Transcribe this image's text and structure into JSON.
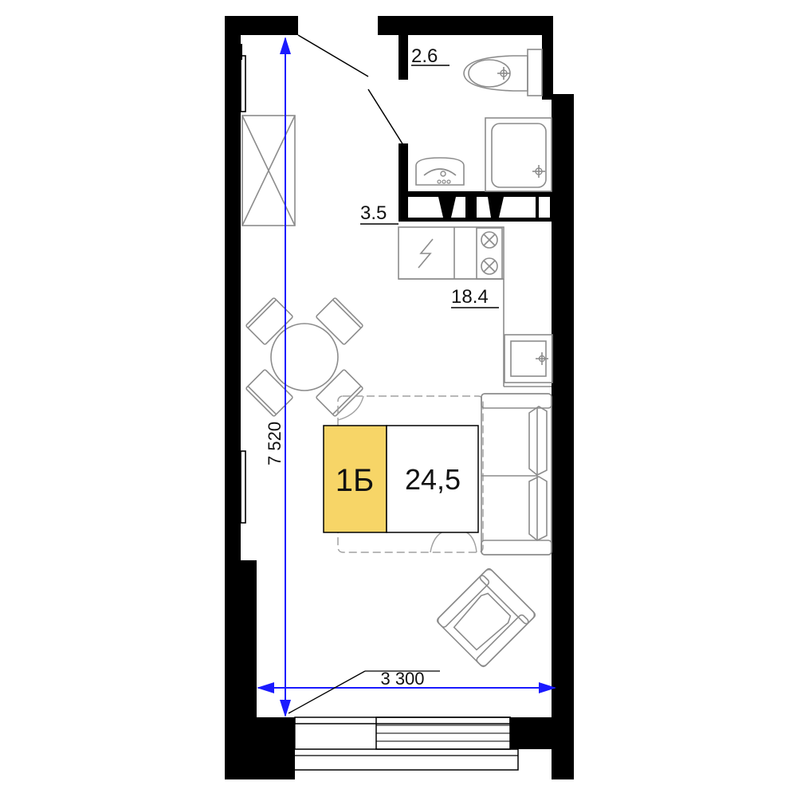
{
  "plan": {
    "dimensions": {
      "width_label": "3 300",
      "height_label": "7 520"
    },
    "rooms": {
      "wc_area": "2.6",
      "bath_area": "3.5",
      "kitchen_area": "18.4"
    },
    "badge": {
      "code": "1Б",
      "area": "24,5"
    },
    "colors": {
      "walls": "#000000",
      "dimension_lines": "#1a1aff",
      "badge_fill": "#f7d567",
      "furniture": "#8c8c8c"
    }
  }
}
